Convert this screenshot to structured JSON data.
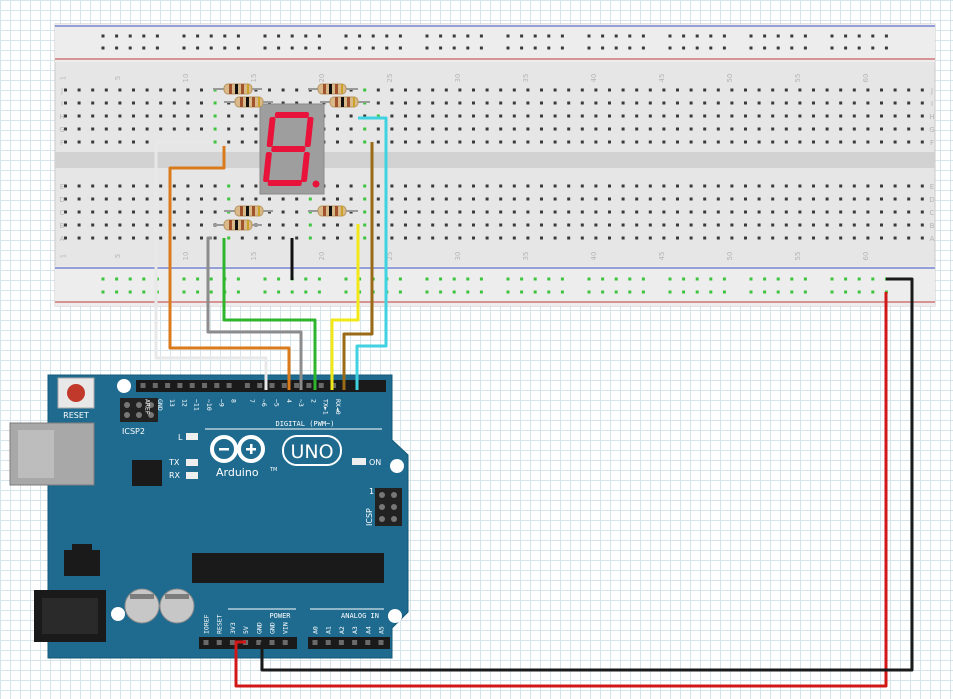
{
  "breadboard": {
    "row_letters_top": [
      "J",
      "I",
      "H",
      "G",
      "F"
    ],
    "row_letters_bottom": [
      "E",
      "D",
      "C",
      "B",
      "A"
    ],
    "column_numbers": [
      "1",
      "5",
      "10",
      "15",
      "20",
      "25",
      "30",
      "35",
      "40",
      "45",
      "50",
      "55",
      "60"
    ]
  },
  "display": {
    "digit": "8",
    "color": "#e8123a"
  },
  "arduino": {
    "reset_label": "RESET",
    "icsp2_label": "ICSP2",
    "icsp_label": "ICSP",
    "icsp_pin1": "1",
    "led_l_label": "L",
    "led_tx_label": "TX",
    "led_rx_label": "RX",
    "on_label": "ON",
    "brand": "Arduino",
    "brand_tm": "TM",
    "model": "UNO",
    "digital_label": "DIGITAL (PWM~)",
    "power_label": "POWER",
    "analog_label": "ANALOG IN",
    "digital_pins": [
      "AREF",
      "GND",
      "13",
      "12",
      "~11",
      "~10",
      "~9",
      "8",
      "7",
      "~6",
      "~5",
      "4",
      "~3",
      "2",
      "TX►1",
      "RX◄0"
    ],
    "power_pins": [
      "IOREF",
      "RESET",
      "3V3",
      "5V",
      "GND",
      "GND",
      "VIN"
    ],
    "analog_pins": [
      "A0",
      "A1",
      "A2",
      "A3",
      "A4",
      "A5"
    ],
    "board_color": "#1f6b8f"
  },
  "wires": {
    "white": "#e8e8e8",
    "orange": "#d97a1c",
    "gray": "#8c8c8c",
    "green": "#2db52d",
    "yellow": "#f2e818",
    "brown": "#9a6a16",
    "cyan": "#3fd2e0",
    "red": "#d01818",
    "black": "#1a1a1a"
  }
}
